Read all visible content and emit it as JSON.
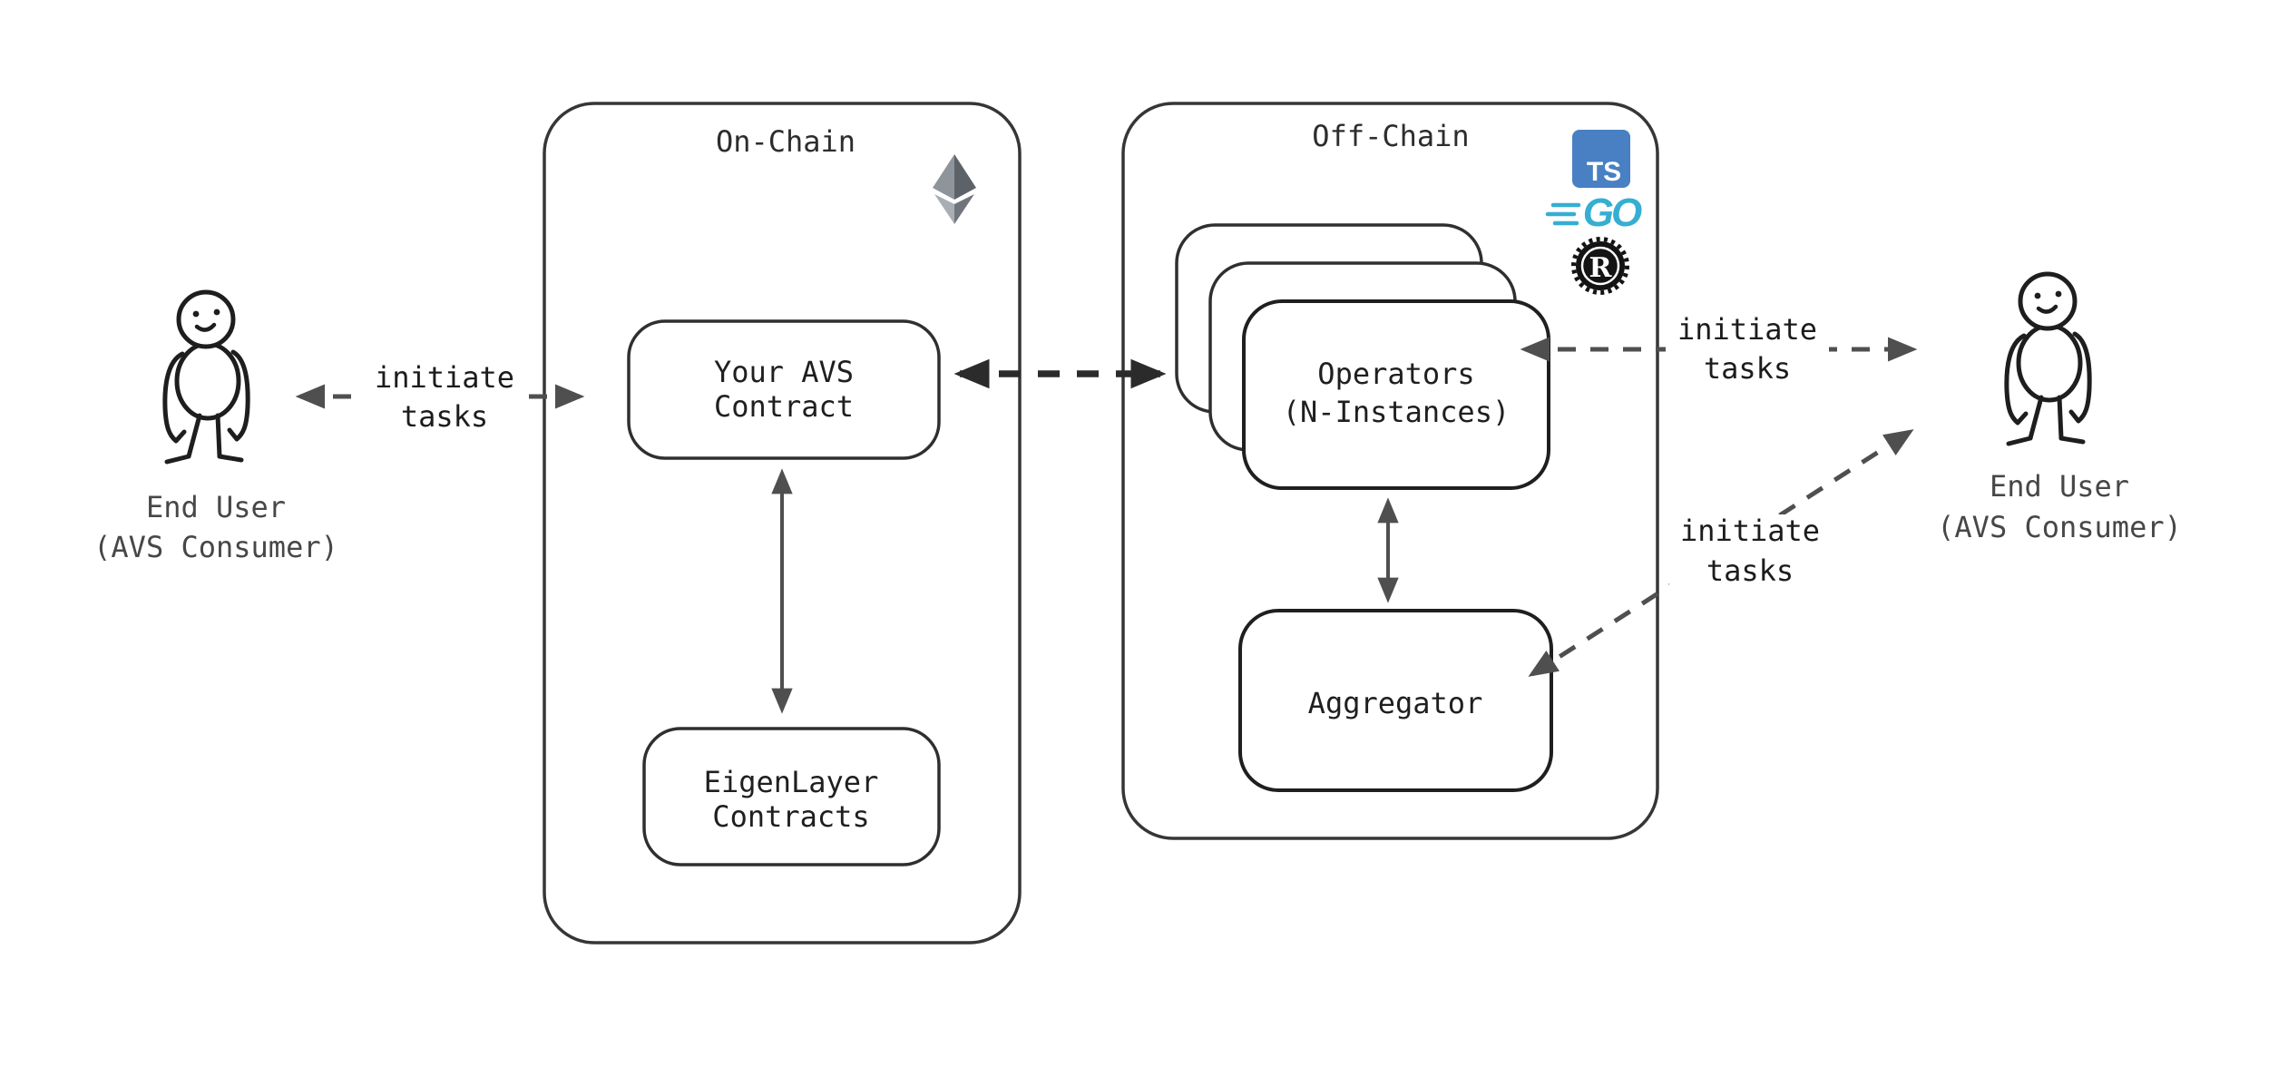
{
  "colors": {
    "background": "#ffffff",
    "ts_blue": "#4880c3",
    "go_cyan": "#35aed2",
    "rust_black": "#141414",
    "arrow_gray": "#4f4f4f",
    "arrow_dark": "#2b2b2b",
    "box_stroke": "#2f2f2f",
    "text_dark": "#1f1f1f",
    "text_gray": "#474747"
  },
  "onchain": {
    "title": "On-Chain",
    "avs_box_line1": "Your AVS",
    "avs_box_line2": "Contract",
    "eigen_box_line1": "EigenLayer",
    "eigen_box_line2": "Contracts"
  },
  "offchain": {
    "title": "Off-Chain",
    "operators_line1": "Operators",
    "operators_line2": "(N-Instances)",
    "aggregator_label": "Aggregator"
  },
  "left_user": {
    "name_line1": "End User",
    "name_line2": "(AVS Consumer)"
  },
  "right_user": {
    "name_line1": "End User",
    "name_line2": "(AVS Consumer)"
  },
  "edge_labels": {
    "left": {
      "line1": "initiate",
      "line2": "tasks"
    },
    "right_top": {
      "line1": "initiate",
      "line2": "tasks"
    },
    "right_bottom": {
      "line1": "initiate",
      "line2": "tasks"
    }
  },
  "logos": {
    "typescript": "TS",
    "go": "GO",
    "rust": "R"
  }
}
